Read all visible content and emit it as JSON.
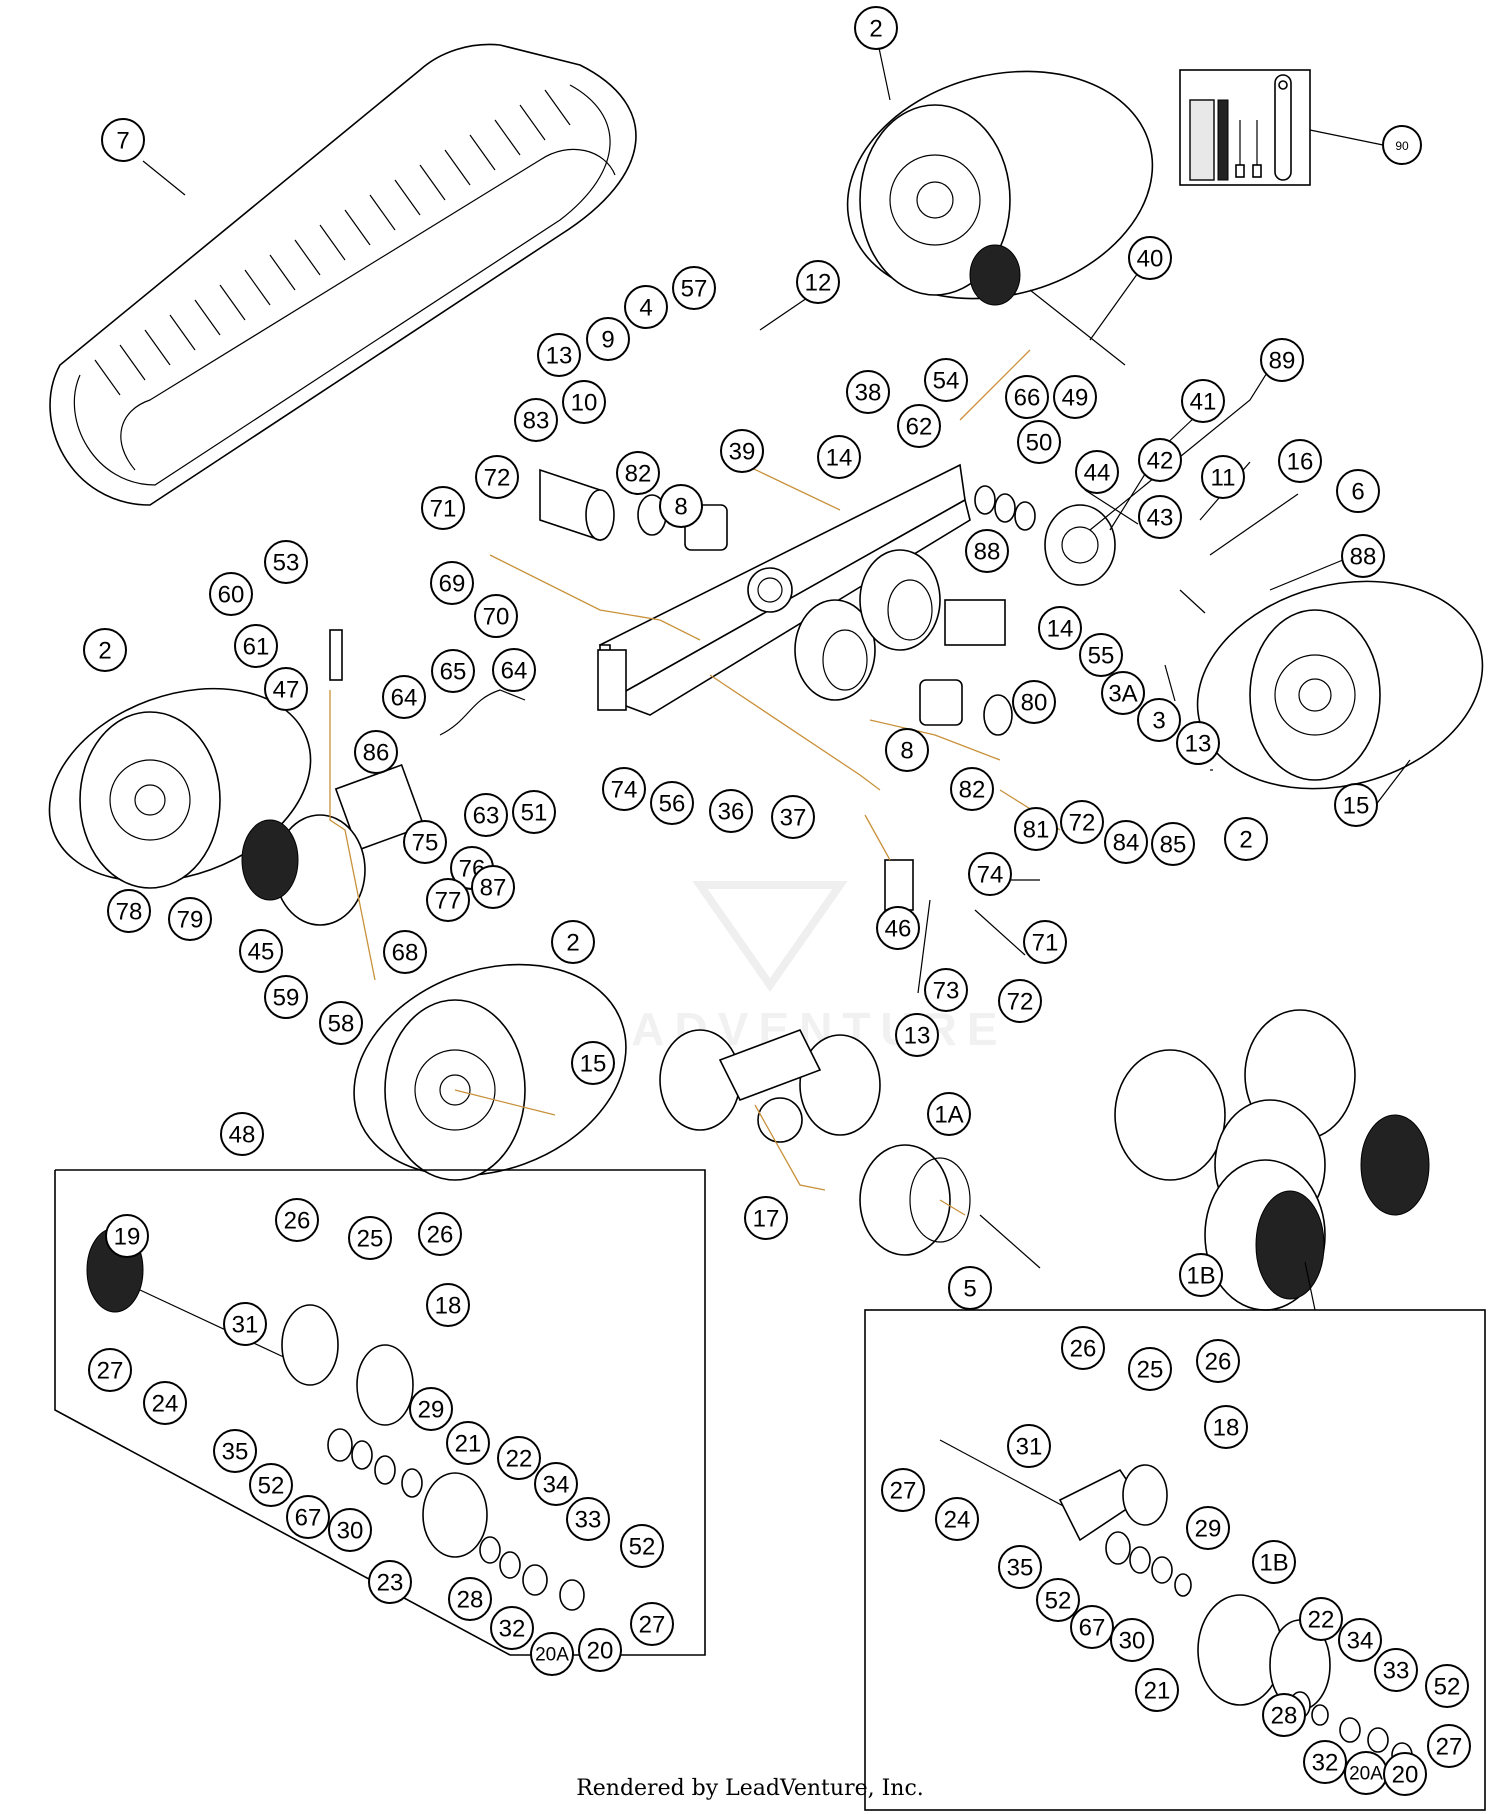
{
  "watermark": {
    "text": "LEADVENTURE"
  },
  "footer": {
    "text": "Rendered by LeadVenture, Inc."
  },
  "callouts": [
    {
      "id": "c7",
      "label": "7"
    },
    {
      "id": "c2a",
      "label": "2"
    },
    {
      "id": "c90",
      "label": "90"
    },
    {
      "id": "c12",
      "label": "12"
    },
    {
      "id": "c40",
      "label": "40"
    },
    {
      "id": "c57",
      "label": "57"
    },
    {
      "id": "c4",
      "label": "4"
    },
    {
      "id": "c9",
      "label": "9"
    },
    {
      "id": "c13a",
      "label": "13"
    },
    {
      "id": "c10",
      "label": "10"
    },
    {
      "id": "c38",
      "label": "38"
    },
    {
      "id": "c54",
      "label": "54"
    },
    {
      "id": "c89",
      "label": "89"
    },
    {
      "id": "c66",
      "label": "66"
    },
    {
      "id": "c49",
      "label": "49"
    },
    {
      "id": "c41",
      "label": "41"
    },
    {
      "id": "c83",
      "label": "83"
    },
    {
      "id": "c62",
      "label": "62"
    },
    {
      "id": "c50",
      "label": "50"
    },
    {
      "id": "c39",
      "label": "39"
    },
    {
      "id": "c14a",
      "label": "14"
    },
    {
      "id": "c72a",
      "label": "72"
    },
    {
      "id": "c82a",
      "label": "82"
    },
    {
      "id": "c8a",
      "label": "8"
    },
    {
      "id": "c44",
      "label": "44"
    },
    {
      "id": "c42",
      "label": "42"
    },
    {
      "id": "c11",
      "label": "11"
    },
    {
      "id": "c16",
      "label": "16"
    },
    {
      "id": "c6",
      "label": "6"
    },
    {
      "id": "c71a",
      "label": "71"
    },
    {
      "id": "c43",
      "label": "43"
    },
    {
      "id": "c88a",
      "label": "88"
    },
    {
      "id": "c88b",
      "label": "88"
    },
    {
      "id": "c53",
      "label": "53"
    },
    {
      "id": "c69",
      "label": "69"
    },
    {
      "id": "c60",
      "label": "60"
    },
    {
      "id": "c70",
      "label": "70"
    },
    {
      "id": "c14b",
      "label": "14"
    },
    {
      "id": "c55",
      "label": "55"
    },
    {
      "id": "c61",
      "label": "61"
    },
    {
      "id": "c2b",
      "label": "2"
    },
    {
      "id": "c65",
      "label": "65"
    },
    {
      "id": "c64a",
      "label": "64"
    },
    {
      "id": "c47",
      "label": "47"
    },
    {
      "id": "c64b",
      "label": "64"
    },
    {
      "id": "c3a",
      "label": "3A"
    },
    {
      "id": "c80",
      "label": "80"
    },
    {
      "id": "c3",
      "label": "3"
    },
    {
      "id": "c13b",
      "label": "13"
    },
    {
      "id": "c8b",
      "label": "8"
    },
    {
      "id": "c86",
      "label": "86"
    },
    {
      "id": "c82b",
      "label": "82"
    },
    {
      "id": "c15a",
      "label": "15"
    },
    {
      "id": "c74a",
      "label": "74"
    },
    {
      "id": "c56",
      "label": "56"
    },
    {
      "id": "c36",
      "label": "36"
    },
    {
      "id": "c37",
      "label": "37"
    },
    {
      "id": "c63",
      "label": "63"
    },
    {
      "id": "c51",
      "label": "51"
    },
    {
      "id": "c81",
      "label": "81"
    },
    {
      "id": "c72b",
      "label": "72"
    },
    {
      "id": "c84",
      "label": "84"
    },
    {
      "id": "c85",
      "label": "85"
    },
    {
      "id": "c2c",
      "label": "2"
    },
    {
      "id": "c75",
      "label": "75"
    },
    {
      "id": "c76",
      "label": "76"
    },
    {
      "id": "c74b",
      "label": "74"
    },
    {
      "id": "c78",
      "label": "78"
    },
    {
      "id": "c79",
      "label": "79"
    },
    {
      "id": "c87",
      "label": "87"
    },
    {
      "id": "c77",
      "label": "77"
    },
    {
      "id": "c46",
      "label": "46"
    },
    {
      "id": "c71b",
      "label": "71"
    },
    {
      "id": "c45",
      "label": "45"
    },
    {
      "id": "c68",
      "label": "68"
    },
    {
      "id": "c2d",
      "label": "2"
    },
    {
      "id": "c73",
      "label": "73"
    },
    {
      "id": "c72c",
      "label": "72"
    },
    {
      "id": "c59",
      "label": "59"
    },
    {
      "id": "c58",
      "label": "58"
    },
    {
      "id": "c13c",
      "label": "13"
    },
    {
      "id": "c15b",
      "label": "15"
    },
    {
      "id": "c48",
      "label": "48"
    },
    {
      "id": "c1a",
      "label": "1A"
    },
    {
      "id": "c17",
      "label": "17"
    },
    {
      "id": "c5",
      "label": "5"
    },
    {
      "id": "c1b",
      "label": "1B"
    },
    {
      "id": "l19",
      "label": "19"
    },
    {
      "id": "l26a",
      "label": "26"
    },
    {
      "id": "l25",
      "label": "25"
    },
    {
      "id": "l26b",
      "label": "26"
    },
    {
      "id": "l18",
      "label": "18"
    },
    {
      "id": "l31",
      "label": "31"
    },
    {
      "id": "l27a",
      "label": "27"
    },
    {
      "id": "l24",
      "label": "24"
    },
    {
      "id": "l29",
      "label": "29"
    },
    {
      "id": "l21",
      "label": "21"
    },
    {
      "id": "l35",
      "label": "35"
    },
    {
      "id": "l22",
      "label": "22"
    },
    {
      "id": "l52a",
      "label": "52"
    },
    {
      "id": "l34",
      "label": "34"
    },
    {
      "id": "l67",
      "label": "67"
    },
    {
      "id": "l30",
      "label": "30"
    },
    {
      "id": "l33",
      "label": "33"
    },
    {
      "id": "l52b",
      "label": "52"
    },
    {
      "id": "l23",
      "label": "23"
    },
    {
      "id": "l28",
      "label": "28"
    },
    {
      "id": "l32",
      "label": "32"
    },
    {
      "id": "l20a",
      "label": "20A"
    },
    {
      "id": "l20",
      "label": "20"
    },
    {
      "id": "l27b",
      "label": "27"
    },
    {
      "id": "r26a",
      "label": "26"
    },
    {
      "id": "r25",
      "label": "25"
    },
    {
      "id": "r26b",
      "label": "26"
    },
    {
      "id": "r18",
      "label": "18"
    },
    {
      "id": "r31",
      "label": "31"
    },
    {
      "id": "r27a",
      "label": "27"
    },
    {
      "id": "r24",
      "label": "24"
    },
    {
      "id": "r29",
      "label": "29"
    },
    {
      "id": "r1b",
      "label": "1B"
    },
    {
      "id": "r35",
      "label": "35"
    },
    {
      "id": "r22",
      "label": "22"
    },
    {
      "id": "r34",
      "label": "34"
    },
    {
      "id": "r52a",
      "label": "52"
    },
    {
      "id": "r67",
      "label": "67"
    },
    {
      "id": "r30",
      "label": "30"
    },
    {
      "id": "r33",
      "label": "33"
    },
    {
      "id": "r52b",
      "label": "52"
    },
    {
      "id": "r21",
      "label": "21"
    },
    {
      "id": "r28",
      "label": "28"
    },
    {
      "id": "r32",
      "label": "32"
    },
    {
      "id": "r20a",
      "label": "20A"
    },
    {
      "id": "r20",
      "label": "20"
    },
    {
      "id": "r27b",
      "label": "27"
    }
  ]
}
